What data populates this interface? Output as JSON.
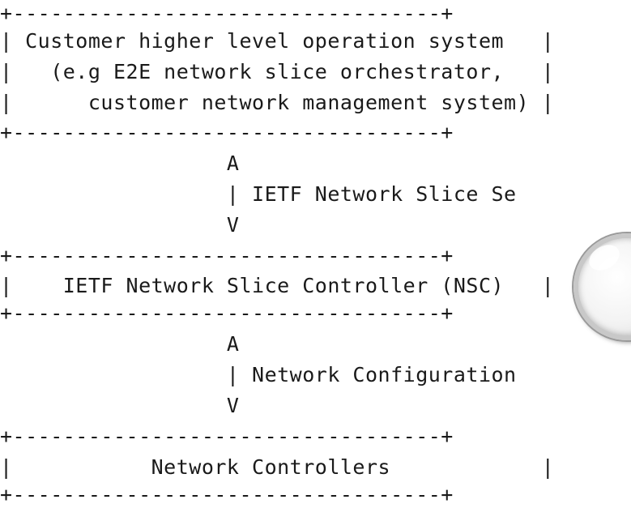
{
  "diagram": {
    "lines": [
      "+----------------------------------+",
      "| Customer higher level operation system   |",
      "|   (e.g E2E network slice orchestrator,   |",
      "|      customer network management system) |",
      "+----------------------------------+",
      "                  A",
      "                  | IETF Network Slice Se",
      "                  V",
      "+----------------------------------+",
      "|    IETF Network Slice Controller (NSC)   |",
      "+----------------------------------+",
      "                  A",
      "                  | Network Configuration",
      "                  V",
      "+----------------------------------+",
      "|           Network Controllers            |",
      "+----------------------------------+"
    ]
  }
}
